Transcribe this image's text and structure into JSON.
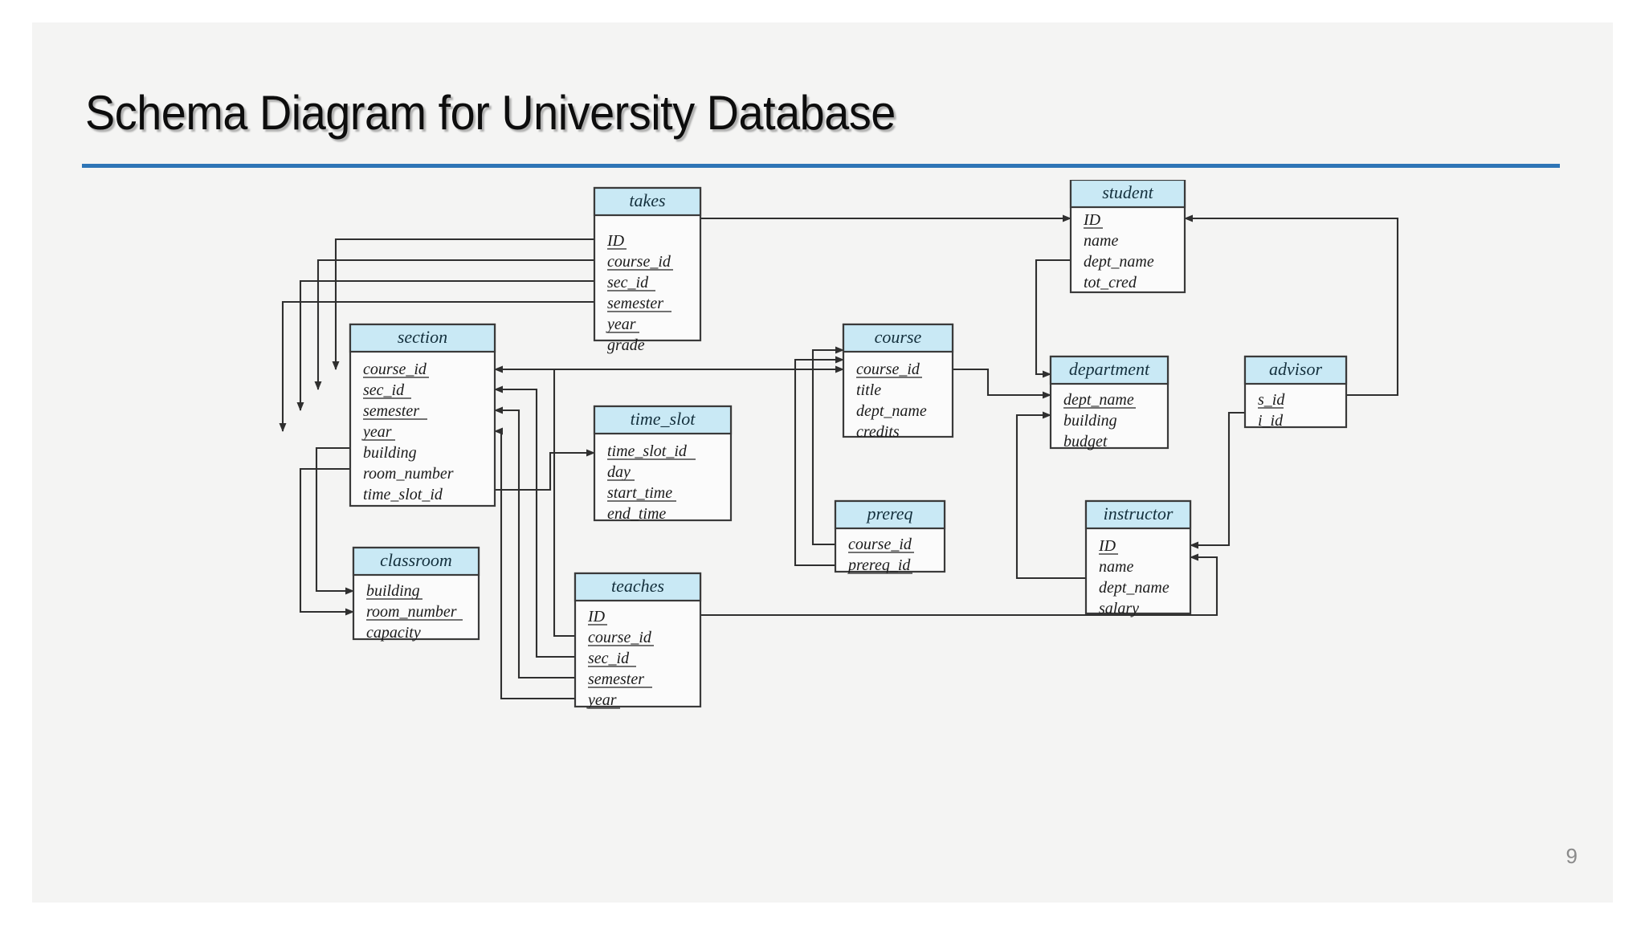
{
  "slide": {
    "title": "Schema Diagram for University Database",
    "page_number": "9",
    "accent_color": "#2e75b6",
    "header_fill": "#c9e9f5",
    "background_color": "#f4f4f3",
    "line_color": "#2f2f2f"
  },
  "diagram": {
    "type": "database-schema",
    "tables": [
      {
        "name": "takes",
        "attributes": [
          {
            "label": "ID",
            "pk": true
          },
          {
            "label": "course_id",
            "pk": true
          },
          {
            "label": "sec_id",
            "pk": true
          },
          {
            "label": "semester",
            "pk": true
          },
          {
            "label": "year",
            "pk": true
          },
          {
            "label": "grade",
            "pk": false
          }
        ]
      },
      {
        "name": "student",
        "attributes": [
          {
            "label": "ID",
            "pk": true
          },
          {
            "label": "name",
            "pk": false
          },
          {
            "label": "dept_name",
            "pk": false
          },
          {
            "label": "tot_cred",
            "pk": false
          }
        ]
      },
      {
        "name": "section",
        "attributes": [
          {
            "label": "course_id",
            "pk": true
          },
          {
            "label": "sec_id",
            "pk": true
          },
          {
            "label": "semester",
            "pk": true
          },
          {
            "label": "year",
            "pk": true
          },
          {
            "label": "building",
            "pk": false
          },
          {
            "label": "room_number",
            "pk": false
          },
          {
            "label": "time_slot_id",
            "pk": false
          }
        ]
      },
      {
        "name": "course",
        "attributes": [
          {
            "label": "course_id",
            "pk": true
          },
          {
            "label": "title",
            "pk": false
          },
          {
            "label": "dept_name",
            "pk": false
          },
          {
            "label": "credits",
            "pk": false
          }
        ]
      },
      {
        "name": "department",
        "attributes": [
          {
            "label": "dept_name",
            "pk": true
          },
          {
            "label": "building",
            "pk": false
          },
          {
            "label": "budget",
            "pk": false
          }
        ]
      },
      {
        "name": "advisor",
        "attributes": [
          {
            "label": "s_id",
            "pk": true
          },
          {
            "label": "i_id",
            "pk": false
          }
        ]
      },
      {
        "name": "time_slot",
        "attributes": [
          {
            "label": "time_slot_id",
            "pk": true
          },
          {
            "label": "day",
            "pk": true
          },
          {
            "label": "start_time",
            "pk": true
          },
          {
            "label": "end_time",
            "pk": false
          }
        ]
      },
      {
        "name": "classroom",
        "attributes": [
          {
            "label": "building",
            "pk": true
          },
          {
            "label": "room_number",
            "pk": true
          },
          {
            "label": "capacity",
            "pk": false
          }
        ]
      },
      {
        "name": "prereq",
        "attributes": [
          {
            "label": "course_id",
            "pk": true
          },
          {
            "label": "prereq_id",
            "pk": true
          }
        ]
      },
      {
        "name": "instructor",
        "attributes": [
          {
            "label": "ID",
            "pk": true
          },
          {
            "label": "name",
            "pk": false
          },
          {
            "label": "dept_name",
            "pk": false
          },
          {
            "label": "salary",
            "pk": false
          }
        ]
      },
      {
        "name": "teaches",
        "attributes": [
          {
            "label": "ID",
            "pk": true
          },
          {
            "label": "course_id",
            "pk": true
          },
          {
            "label": "sec_id",
            "pk": true
          },
          {
            "label": "semester",
            "pk": true
          },
          {
            "label": "year",
            "pk": true
          }
        ]
      }
    ],
    "relationships": [
      {
        "from": "takes.ID",
        "to": "student.ID"
      },
      {
        "from": "takes.course_id",
        "to": "section.course_id"
      },
      {
        "from": "takes.sec_id",
        "to": "section.sec_id"
      },
      {
        "from": "takes.semester",
        "to": "section.semester"
      },
      {
        "from": "takes.year",
        "to": "section.year"
      },
      {
        "from": "section.course_id",
        "to": "course.course_id"
      },
      {
        "from": "section.building",
        "to": "classroom.building"
      },
      {
        "from": "section.room_number",
        "to": "classroom.room_number"
      },
      {
        "from": "section.time_slot_id",
        "to": "time_slot.time_slot_id"
      },
      {
        "from": "course.dept_name",
        "to": "department.dept_name"
      },
      {
        "from": "student.dept_name",
        "to": "department.dept_name"
      },
      {
        "from": "instructor.dept_name",
        "to": "department.dept_name"
      },
      {
        "from": "prereq.course_id",
        "to": "course.course_id"
      },
      {
        "from": "prereq.prereq_id",
        "to": "course.course_id"
      },
      {
        "from": "advisor.s_id",
        "to": "student.ID"
      },
      {
        "from": "advisor.i_id",
        "to": "instructor.ID"
      },
      {
        "from": "teaches.ID",
        "to": "instructor.ID"
      },
      {
        "from": "teaches.course_id",
        "to": "section.course_id"
      },
      {
        "from": "teaches.sec_id",
        "to": "section.sec_id"
      },
      {
        "from": "teaches.semester",
        "to": "section.semester"
      },
      {
        "from": "teaches.year",
        "to": "section.year"
      }
    ]
  }
}
